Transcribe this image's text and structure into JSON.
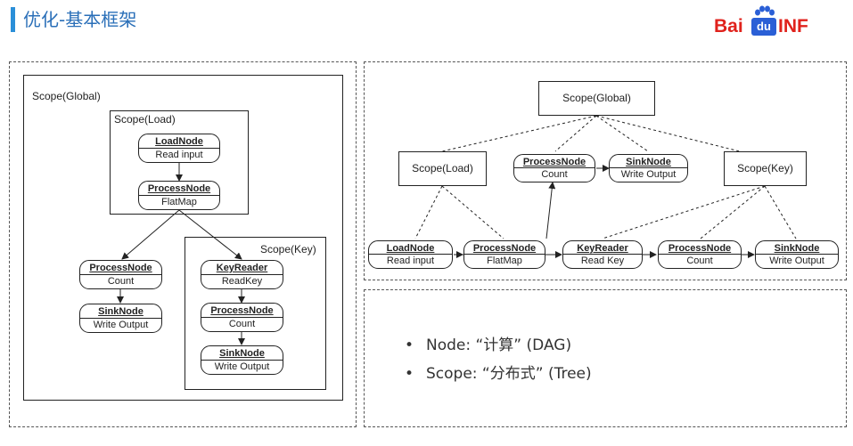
{
  "slide": {
    "title": "优化-基本框架"
  },
  "logo": {
    "left_text": "Bai",
    "badge_text": "du",
    "right_text": "INF"
  },
  "left_diagram": {
    "scope_global": "Scope(Global)",
    "scope_load": "Scope(Load)",
    "scope_key": "Scope(Key)",
    "nodes": {
      "load": {
        "name": "LoadNode",
        "op": "Read input"
      },
      "flatmap": {
        "name": "ProcessNode",
        "op": "FlatMap"
      },
      "count": {
        "name": "ProcessNode",
        "op": "Count"
      },
      "sink_a": {
        "name": "SinkNode",
        "op": "Write Output"
      },
      "keyreader": {
        "name": "KeyReader",
        "op": "ReadKey"
      },
      "count_b": {
        "name": "ProcessNode",
        "op": "Count"
      },
      "sink_b": {
        "name": "SinkNode",
        "op": "Write Output"
      }
    }
  },
  "right_diagram": {
    "scope_global": "Scope(Global)",
    "scope_load": "Scope(Load)",
    "scope_key": "Scope(Key)",
    "nodes": {
      "count": {
        "name": "ProcessNode",
        "op": "Count"
      },
      "sink_top": {
        "name": "SinkNode",
        "op": "Write Output"
      },
      "load": {
        "name": "LoadNode",
        "op": "Read input"
      },
      "flatmap": {
        "name": "ProcessNode",
        "op": "FlatMap"
      },
      "keyreader": {
        "name": "KeyReader",
        "op": "Read Key"
      },
      "count_b": {
        "name": "ProcessNode",
        "op": "Count"
      },
      "sink_b": {
        "name": "SinkNode",
        "op": "Write Output"
      }
    }
  },
  "bullets": [
    "Node: “计算” (DAG)",
    "Scope: “分布式” (Tree)"
  ],
  "bullet_symbol": "•",
  "colors": {
    "title": "#2a6fb8",
    "accent_bar": "#2b8fd8",
    "logo_red": "#e0221c",
    "logo_blue": "#2a5fd6"
  }
}
